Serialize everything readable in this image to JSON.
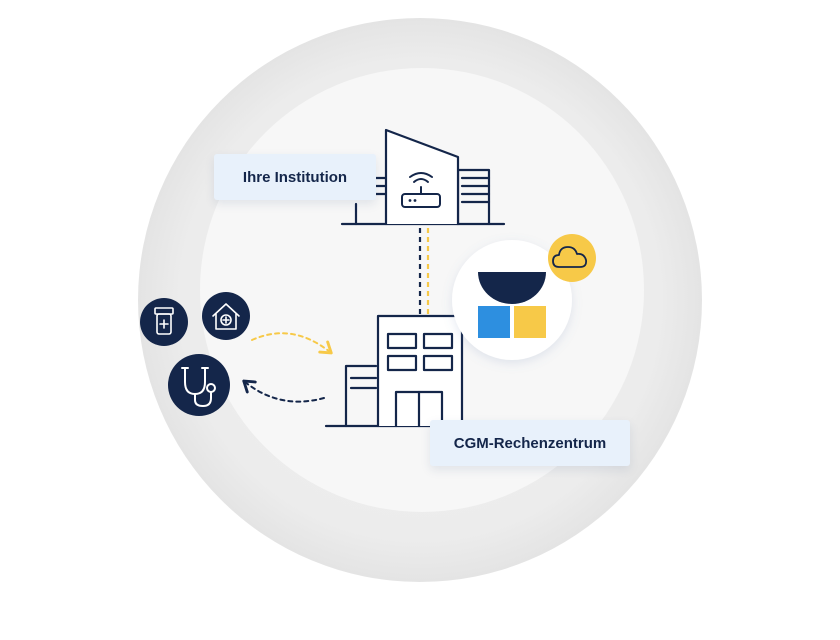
{
  "labels": {
    "institution": "Ihre Institution",
    "datacenter": "CGM-Rechenzentrum"
  },
  "icons": {
    "router": "wifi-router-icon",
    "building": "office-building-icon",
    "cloud": "cloud-icon",
    "medicine": "medicine-bottle-icon",
    "home_care": "home-health-icon",
    "stethoscope": "stethoscope-icon",
    "logo": "cgm-logo"
  },
  "colors": {
    "navy": "#14264a",
    "yellow": "#f7c948",
    "blue": "#2d8fe0",
    "label_bg": "#e8f1fb",
    "outer_ring": "#ececec",
    "inner_disc": "#f7f7f7"
  }
}
